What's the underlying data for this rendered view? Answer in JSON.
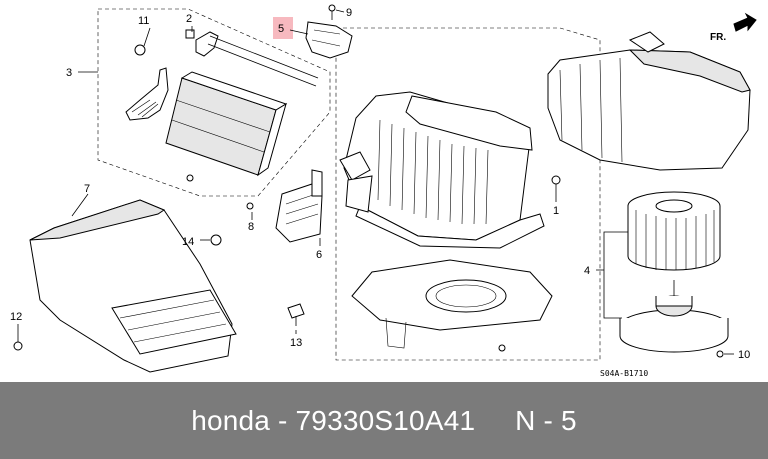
{
  "diagram": {
    "callouts": {
      "c1": "1",
      "c2": "2",
      "c3": "3",
      "c4": "4",
      "c5": "5",
      "c6": "6",
      "c7": "7",
      "c8": "8",
      "c9": "9",
      "c10": "10",
      "c11": "11",
      "c12": "12",
      "c13": "13",
      "c14": "14"
    },
    "fr_label": "FR.",
    "code_label": "S04A-B1710",
    "highlight_color": "#f7b9bf"
  },
  "footer": {
    "text": "honda - 79330S10A41     N - 5",
    "background": "#7b7b7b"
  }
}
